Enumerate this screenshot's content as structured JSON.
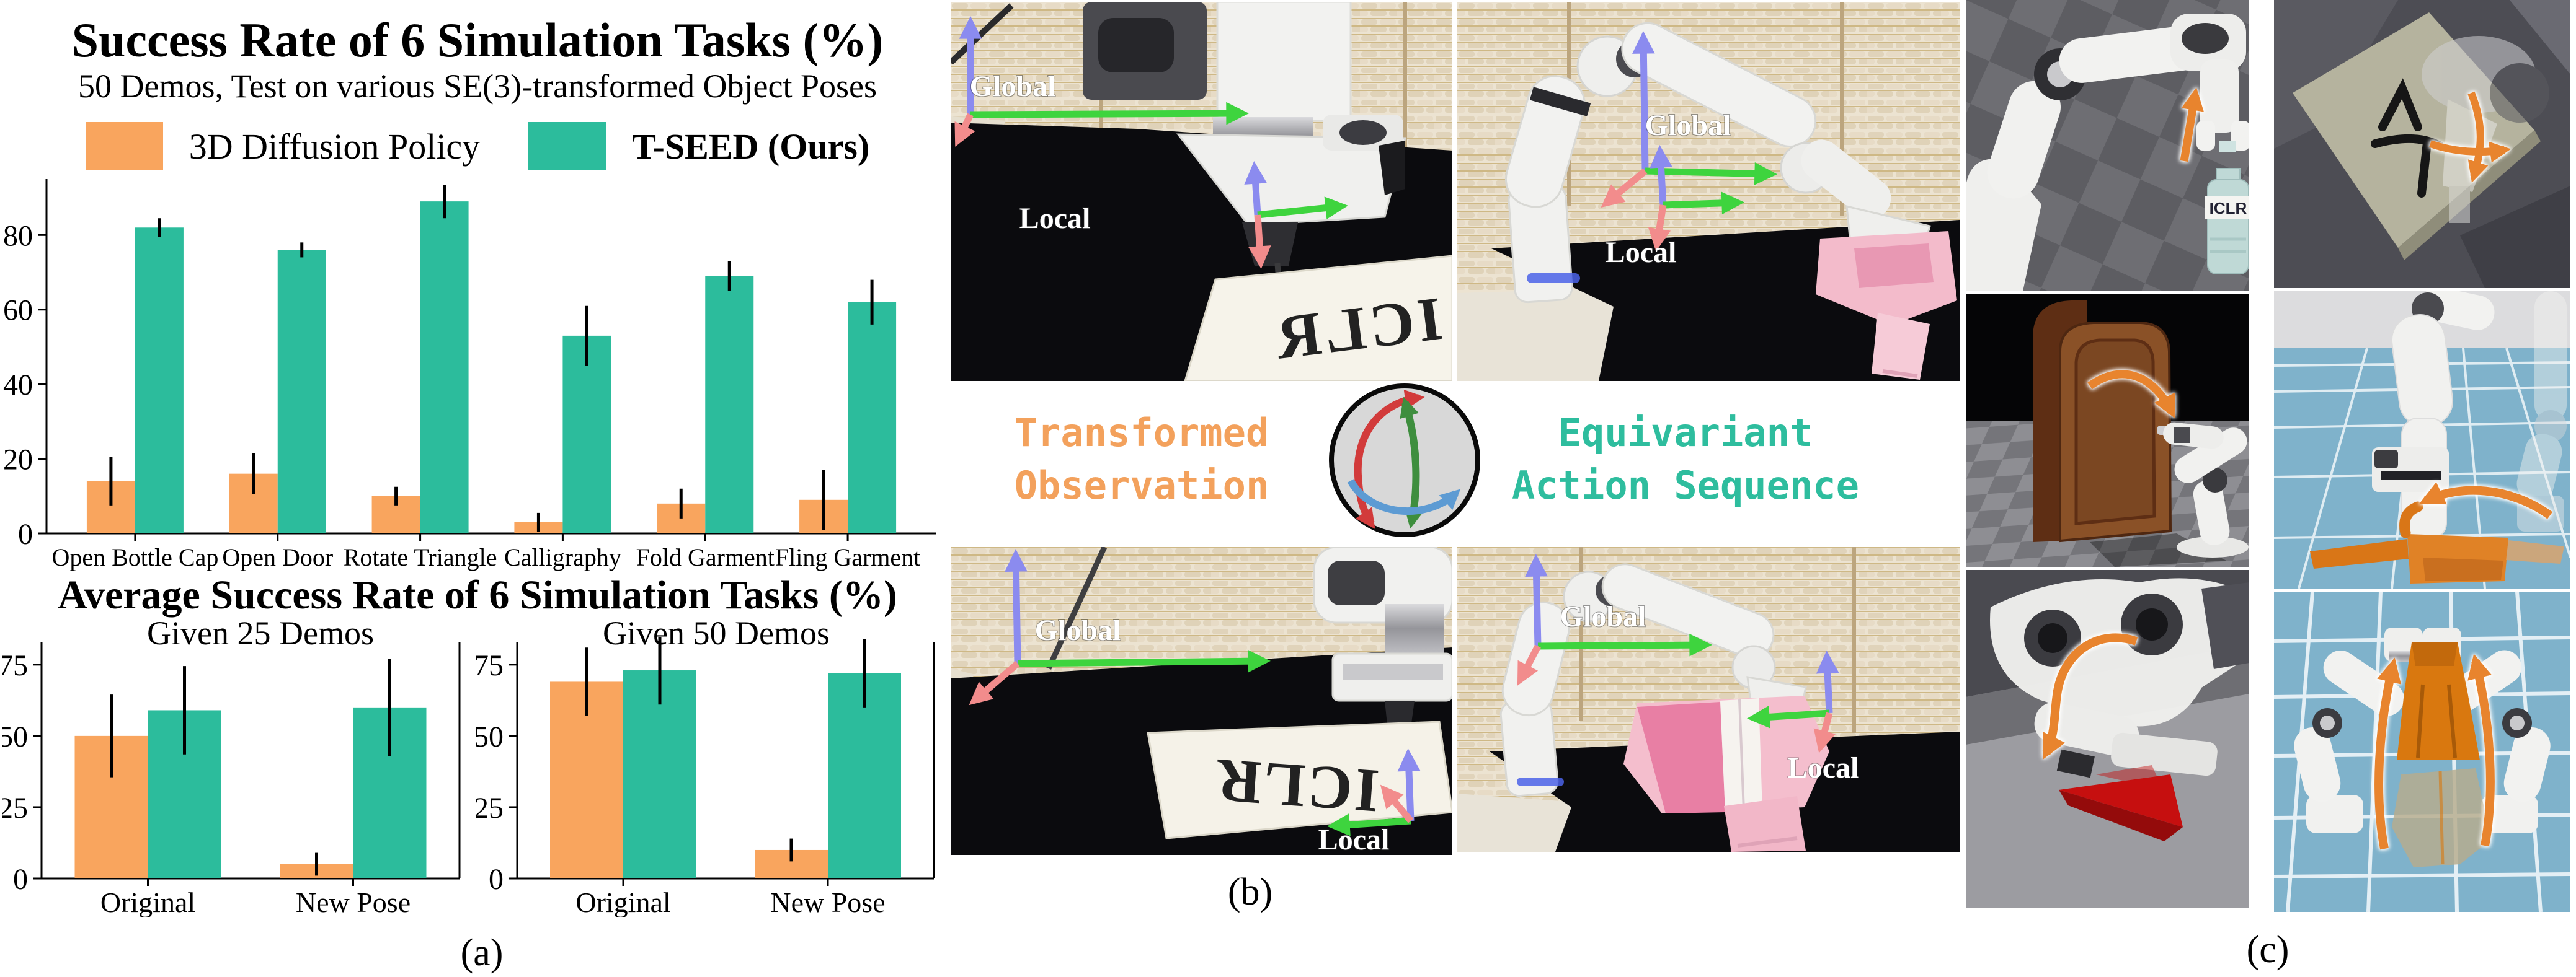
{
  "figure": {
    "caption_a": "(a)",
    "caption_b": "(b)",
    "caption_c": "(c)"
  },
  "panel_a": {
    "avg_title": "Average Success Rate of 6 Simulation Tasks (%)"
  },
  "chart_data": [
    {
      "id": "sr6",
      "type": "bar",
      "title": "Success Rate of 6 Simulation Tasks (%)",
      "subtitle": "50 Demos, Test on various SE(3)-transformed Object Poses",
      "categories": [
        "Open Bottle Cap",
        "Open Door",
        "Rotate Triangle",
        "Calligraphy",
        "Fold Garment",
        "Fling Garment"
      ],
      "series": [
        {
          "name": "3D Diffusion Policy",
          "color": "#F9A55E",
          "values": [
            14,
            16,
            10,
            3,
            8,
            9
          ],
          "errors": [
            6.5,
            5.5,
            2.5,
            2.5,
            4,
            8
          ]
        },
        {
          "name": "T-SEED (Ours)",
          "color": "#2CBC9C",
          "values": [
            82,
            76,
            89,
            53,
            69,
            62
          ],
          "errors": [
            2.5,
            2,
            4.5,
            8,
            4,
            6
          ]
        }
      ],
      "yticks": [
        0,
        20,
        40,
        60,
        80
      ],
      "ylim": [
        0,
        95
      ],
      "grid": false,
      "legend_position": "top"
    },
    {
      "id": "avg25",
      "type": "bar",
      "title": "Given 25 Demos",
      "categories": [
        "Original",
        "New Pose"
      ],
      "series": [
        {
          "name": "3D Diffusion Policy",
          "color": "#F9A55E",
          "values": [
            50,
            5
          ],
          "errors": [
            14.5,
            4
          ]
        },
        {
          "name": "T-SEED (Ours)",
          "color": "#2CBC9C",
          "values": [
            59,
            60
          ],
          "errors": [
            15.5,
            17
          ]
        }
      ],
      "yticks": [
        0,
        25,
        50,
        75
      ],
      "ylim": [
        0,
        83
      ],
      "grid": false
    },
    {
      "id": "avg50",
      "type": "bar",
      "title": "Given 50 Demos",
      "categories": [
        "Original",
        "New Pose"
      ],
      "series": [
        {
          "name": "3D Diffusion Policy",
          "color": "#F9A55E",
          "values": [
            69,
            10
          ],
          "errors": [
            12,
            4
          ]
        },
        {
          "name": "T-SEED (Ours)",
          "color": "#2CBC9C",
          "values": [
            73,
            72
          ],
          "errors": [
            12,
            12
          ]
        }
      ],
      "yticks": [
        0,
        25,
        50,
        75
      ],
      "ylim": [
        0,
        83
      ],
      "grid": false
    }
  ],
  "panel_b": {
    "transformed_line1": "Transformed",
    "transformed_line2": "Observation",
    "equivariant_line1": "Equivariant",
    "equivariant_line2": "Action Sequence",
    "photos": [
      {
        "name": "calligraphy-original",
        "global_label": "Global",
        "local_label": "Local",
        "paper_text": "ICLR"
      },
      {
        "name": "fold-garment-original",
        "global_label": "Global",
        "local_label": "Local"
      },
      {
        "name": "calligraphy-transformed",
        "global_label": "Global",
        "local_label": "Local",
        "paper_text": "ICLR"
      },
      {
        "name": "fold-garment-transformed",
        "global_label": "Global",
        "local_label": "Local"
      }
    ]
  },
  "panel_c": {
    "bottle_label": "ICLR"
  }
}
